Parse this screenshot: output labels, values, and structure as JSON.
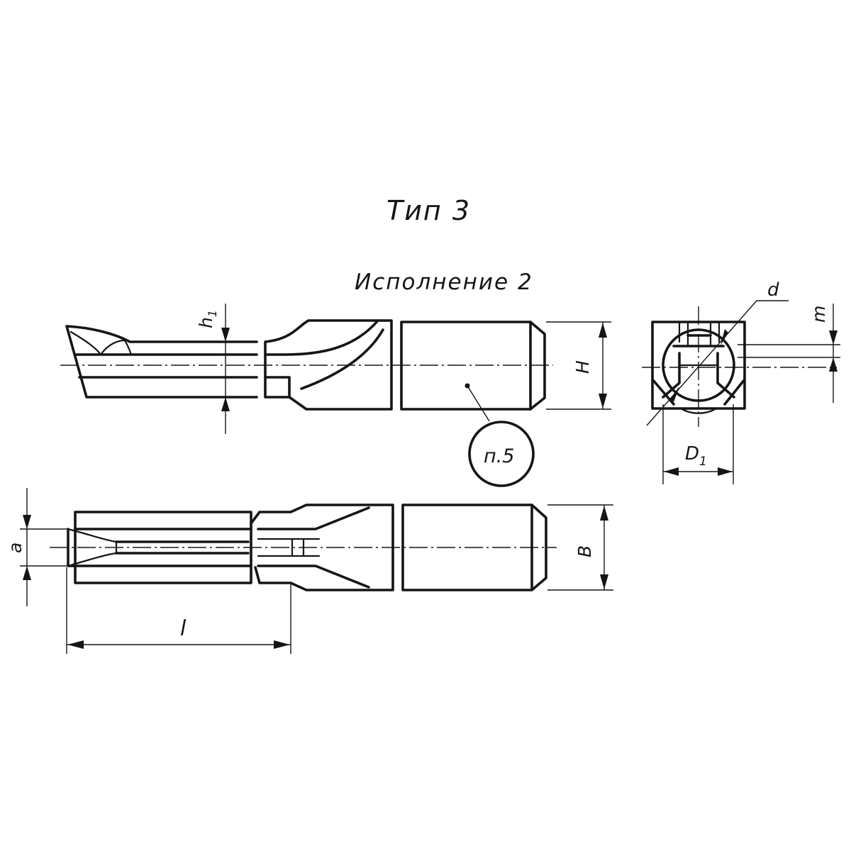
{
  "title": "Тип 3",
  "subtitle": "Исполнение 2",
  "labels": {
    "h1_main": "h",
    "h1_sub": "1",
    "H": "H",
    "d": "d",
    "m": "m",
    "D1_main": "D",
    "D1_sub": "1",
    "note": "п.5",
    "a": "a",
    "B": "B",
    "l": "l"
  }
}
